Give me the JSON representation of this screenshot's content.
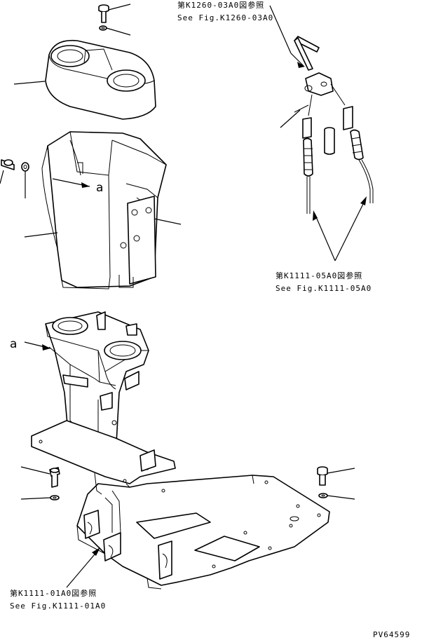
{
  "references": {
    "k1260": {
      "line1": "第K1260-03A0図参照",
      "line2": "See Fig.K1260-03A0"
    },
    "k1111_05": {
      "line1": "第K1111-05A0図参照",
      "line2": "See Fig.K1111-05A0"
    },
    "k1111_01": {
      "line1": "第K1111-01A0図参照",
      "line2": "See Fig.K1111-01A0"
    }
  },
  "callouts": {
    "upper_a": "a",
    "lower_a": "a"
  },
  "drawing_number": "PV64599"
}
